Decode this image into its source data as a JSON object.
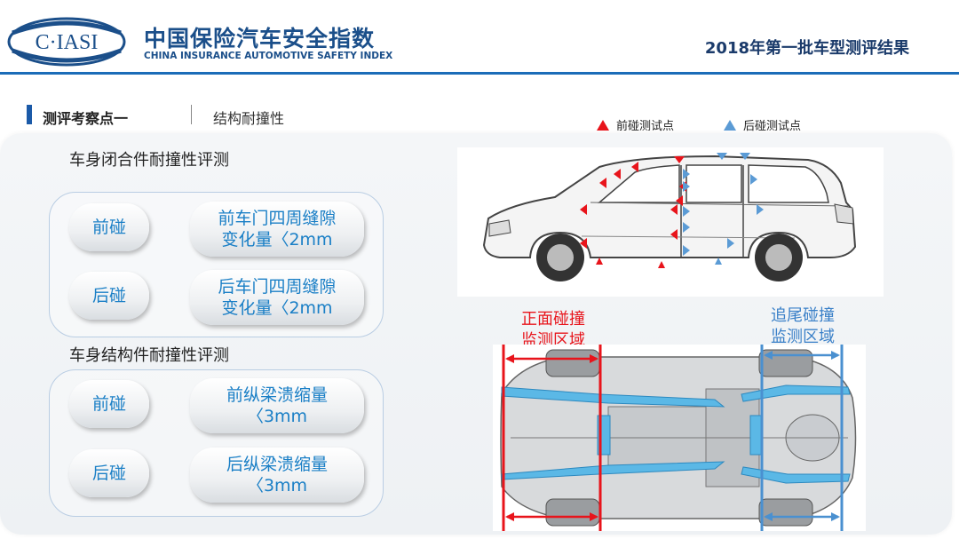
{
  "header": {
    "logo_text": "C·IASI",
    "brand_cn": "中国保险汽车安全指数",
    "brand_en": "CHINA INSURANCE AUTOMOTIVE SAFETY INDEX",
    "report_title": "2018年第一批车型测评结果"
  },
  "section": {
    "title": "测评考察点一",
    "subtitle": "结构耐撞性"
  },
  "groups": [
    {
      "title": "车身闭合件耐撞性评测",
      "rows": [
        {
          "label": "前碰",
          "value": "前车门四周缝隙\n变化量〈2mm"
        },
        {
          "label": "后碰",
          "value": "后车门四周缝隙\n变化量〈2mm"
        }
      ]
    },
    {
      "title": "车身结构件耐撞性评测",
      "rows": [
        {
          "label": "前碰",
          "value": "前纵梁溃缩量\n〈3mm"
        },
        {
          "label": "后碰",
          "value": "后纵梁溃缩量\n〈3mm"
        }
      ]
    }
  ],
  "legend": {
    "front_label": "前碰测试点",
    "rear_label": "后碰测试点",
    "front_color": "#e8141b",
    "rear_color": "#5b9bd5"
  },
  "zones": {
    "front": "正面碰撞\n监测区域",
    "rear": "追尾碰撞\n监测区域"
  },
  "colors": {
    "brand_blue": "#1b4f8a",
    "accent_blue": "#1a7fc6"
  }
}
